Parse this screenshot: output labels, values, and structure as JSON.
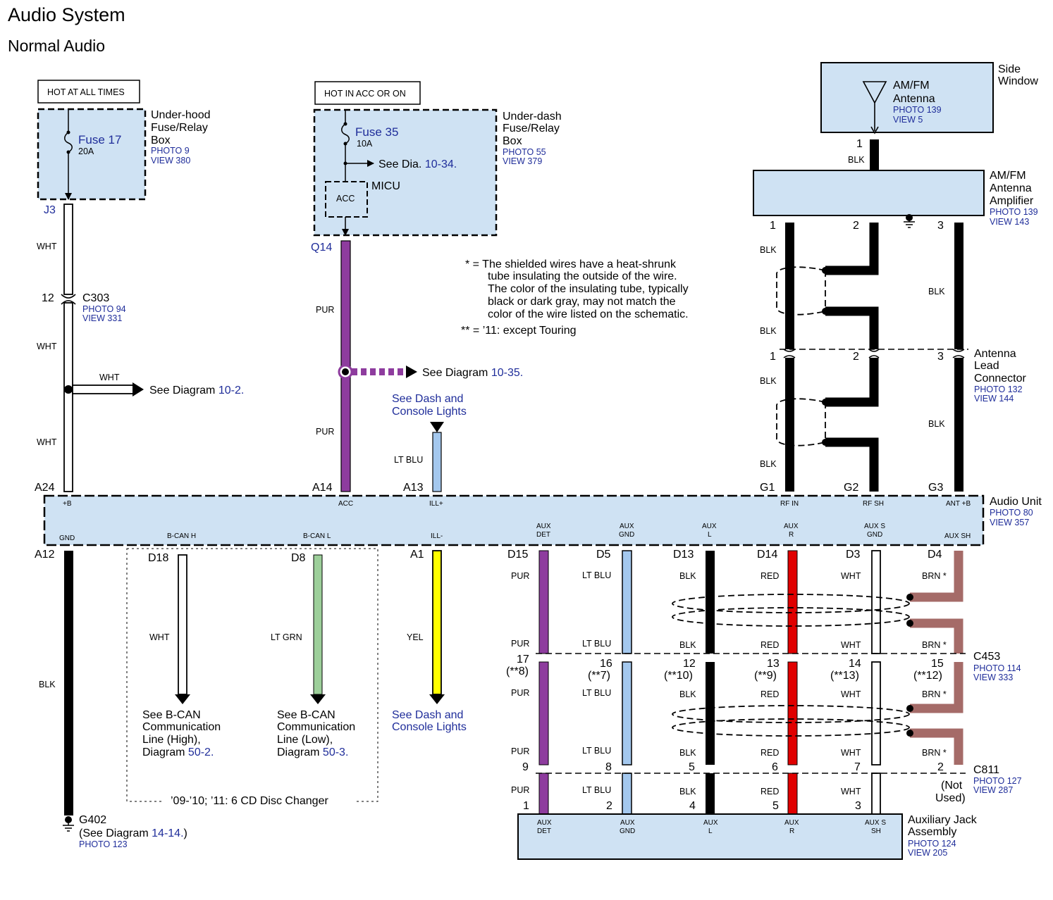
{
  "title": "Audio System",
  "subtitle": "Normal Audio",
  "colors": {
    "component_fill": "#cfe2f3",
    "link": "#1f2d9a",
    "PUR": "#8e3c9e",
    "LT BLU": "#a4c8ee",
    "LT GRN": "#9dcf9a",
    "YEL": "#ffff00",
    "RED": "#e00000",
    "BRN": "#a56b68",
    "BLK": "#000000",
    "WHT": "#ffffff"
  },
  "power": {
    "hot_at_all_times": "HOT AT ALL TIMES",
    "hot_in_acc": "HOT IN ACC OR ON"
  },
  "underhood": {
    "name1": "Under-hood",
    "name2": "Fuse/Relay",
    "name3": "Box",
    "photo": "PHOTO 9",
    "view": "VIEW 380",
    "fuse": "Fuse 17",
    "amp": "20A",
    "terminal": "J3"
  },
  "underdash": {
    "name1": "Under-dash",
    "name2": "Fuse/Relay",
    "name3": "Box",
    "photo": "PHOTO 55",
    "view": "VIEW 379",
    "fuse": "Fuse 35",
    "amp": "10A",
    "see_prefix": "See",
    "see_dia": "Dia.",
    "see_ref": "10-34.",
    "acc": "ACC",
    "micu": "MICU",
    "terminal": "Q14"
  },
  "antenna": {
    "name1": "AM/FM",
    "name2": "Antenna",
    "photo": "PHOTO 139",
    "view": "VIEW 5",
    "side1": "Side",
    "side2": "Window"
  },
  "amplifier": {
    "name1": "AM/FM",
    "name2": "Antenna",
    "name3": "Amplifier",
    "photo": "PHOTO 139",
    "view": "VIEW 143"
  },
  "lead_connector": {
    "name1": "Antenna",
    "name2": "Lead",
    "name3": "Connector",
    "photo": "PHOTO 132",
    "view": "VIEW 144"
  },
  "c303": {
    "name": "C303",
    "pin": "12",
    "photo": "PHOTO 94",
    "view": "VIEW 331"
  },
  "notes": {
    "line1": "* = The shielded wires have a heat-shrunk",
    "line2": "tube insulating the outside of the wire.",
    "line3": "The color of the insulating tube, typically",
    "line4": "black or dark gray, may not match the",
    "line5": "color of the wire listed on the schematic.",
    "line6": "** =  ’11: except Touring"
  },
  "refs": {
    "see_diagram": "See Diagram",
    "d10_2": "10-2.",
    "d10_35": "10-35.",
    "dash1": "See Dash and",
    "dash2": "Console Lights",
    "bcan_see": "See B-CAN",
    "bcan_comm": "Communication",
    "bcan_high": "Line (High),",
    "bcan_low": "Line (Low),",
    "diagram": "Diagram",
    "d50_2": "50-2.",
    "d50_3": "50-3.",
    "changer": "’09-’10; ’11: 6 CD Disc Changer"
  },
  "audio_unit": {
    "name": "Audio Unit",
    "photo": "PHOTO 80",
    "view": "VIEW 357",
    "top_pins": [
      "A24",
      "A14",
      "A13",
      "G1",
      "G2",
      "G3"
    ],
    "top_labels": [
      "+B",
      "ACC",
      "ILL+",
      "RF IN",
      "RF SH",
      "ANT +B"
    ],
    "bottom_pins": [
      "A12",
      "D18",
      "D8",
      "A1",
      "D15",
      "D5",
      "D13",
      "D14",
      "D3",
      "D4"
    ],
    "bottom_labels": [
      "GND",
      "B-CAN H",
      "B-CAN L",
      "ILL-",
      "AUX",
      "DET",
      "AUX",
      "GND",
      "AUX",
      "L",
      "AUX",
      "R",
      "AUX S",
      "GND",
      "AUX SH"
    ]
  },
  "wires": {
    "WHT": "WHT",
    "PUR": "PUR",
    "LTBLU": "LT BLU",
    "LTGRN": "LT GRN",
    "YEL": "YEL",
    "BLK": "BLK",
    "RED": "RED",
    "BRN": "BRN *"
  },
  "c453": {
    "name": "C453",
    "photo": "PHOTO 114",
    "view": "VIEW 333",
    "pins": [
      "17",
      "16",
      "12",
      "13",
      "14",
      "15"
    ],
    "notes": [
      "(**8)",
      "(**7)",
      "(**10)",
      "(**9)",
      "(**13)",
      "(**12)"
    ]
  },
  "c811": {
    "name": "C811",
    "photo": "PHOTO 127",
    "view": "VIEW 287",
    "pins": [
      "9",
      "8",
      "5",
      "6",
      "7",
      "2"
    ],
    "not1": "(Not",
    "not2": "Used)"
  },
  "jack": {
    "name1": "Auxiliary Jack",
    "name2": "Assembly",
    "photo": "PHOTO 124",
    "view": "VIEW 205",
    "pins": [
      "1",
      "2",
      "4",
      "5",
      "3"
    ],
    "labels": [
      "AUX",
      "DET",
      "AUX",
      "GND",
      "AUX",
      "L",
      "AUX",
      "R",
      "AUX S",
      "SH"
    ]
  },
  "ground": {
    "name": "G402",
    "see": "(See Diagram",
    "ref": "14-14.",
    "close": ")",
    "photo": "PHOTO 123"
  },
  "amp_pins": [
    "1",
    "2",
    "3"
  ],
  "lead_pins": [
    "1",
    "2",
    "3"
  ],
  "antenna_pin": "1"
}
